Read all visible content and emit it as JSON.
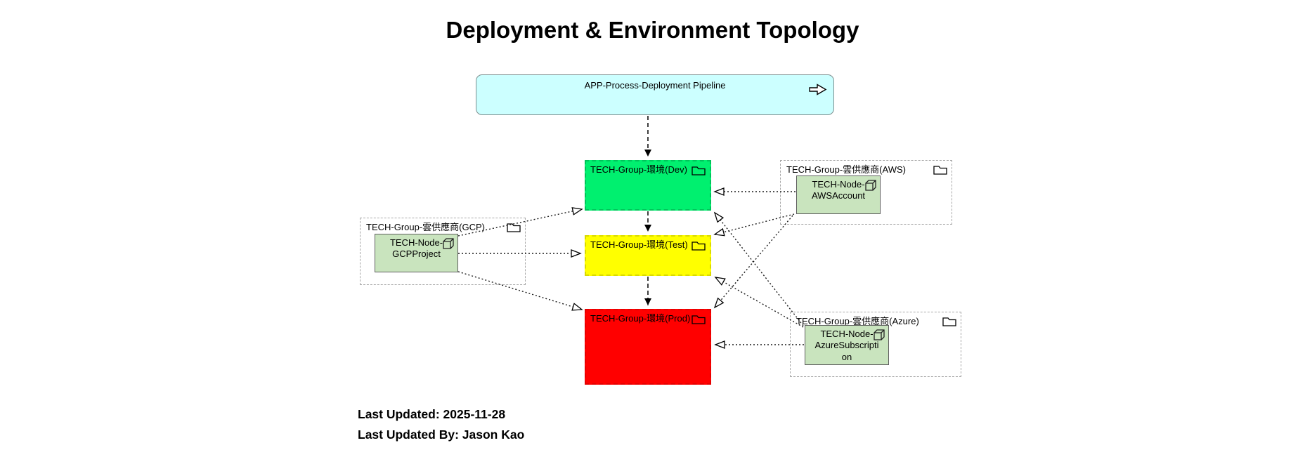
{
  "title": "Deployment & Environment Topology",
  "pipeline": {
    "label": "APP-Process-Deployment Pipeline",
    "fill": "#ccffff",
    "icon": "arrow-right-icon"
  },
  "environments": {
    "dev": {
      "label": "TECH-Group-環境(Dev)",
      "fill": "#00f06f",
      "icon": "folder-icon"
    },
    "test": {
      "label": "TECH-Group-環境(Test)",
      "fill": "#ffff00",
      "icon": "folder-icon"
    },
    "prod": {
      "label": "TECH-Group-環境(Prod)",
      "fill": "#ff0000",
      "icon": "folder-icon"
    }
  },
  "groups": {
    "gcp": {
      "label": "TECH-Group-雲供應商(GCP)",
      "icon": "folder-icon",
      "node": {
        "label": "TECH-Node-GCPProject",
        "fill": "#c9e4be",
        "icon": "cube-icon"
      }
    },
    "aws": {
      "label": "TECH-Group-雲供應商(AWS)",
      "icon": "folder-icon",
      "node": {
        "label": "TECH-Node-AWSAccount",
        "fill": "#c9e4be",
        "icon": "cube-icon"
      }
    },
    "azure": {
      "label": "TECH-Group-雲供應商(Azure)",
      "icon": "folder-icon",
      "node": {
        "label": "TECH-Node-AzureSubscription",
        "fill": "#c9e4be",
        "icon": "cube-icon"
      }
    }
  },
  "connections": [
    {
      "from": "APP-Process-Deployment Pipeline",
      "to": "TECH-Group-環境(Dev)",
      "style": "dashed-solid-arrow"
    },
    {
      "from": "TECH-Group-環境(Dev)",
      "to": "TECH-Group-環境(Test)",
      "style": "dashed-solid-arrow"
    },
    {
      "from": "TECH-Group-環境(Test)",
      "to": "TECH-Group-環境(Prod)",
      "style": "dashed-solid-arrow"
    },
    {
      "from": "TECH-Node-GCPProject",
      "to": "TECH-Group-環境(Dev)",
      "style": "dotted-open-arrow"
    },
    {
      "from": "TECH-Node-GCPProject",
      "to": "TECH-Group-環境(Test)",
      "style": "dotted-open-arrow"
    },
    {
      "from": "TECH-Node-GCPProject",
      "to": "TECH-Group-環境(Prod)",
      "style": "dotted-open-arrow"
    },
    {
      "from": "TECH-Node-AWSAccount",
      "to": "TECH-Group-環境(Dev)",
      "style": "dotted-open-arrow"
    },
    {
      "from": "TECH-Node-AWSAccount",
      "to": "TECH-Group-環境(Test)",
      "style": "dotted-open-arrow"
    },
    {
      "from": "TECH-Node-AWSAccount",
      "to": "TECH-Group-環境(Prod)",
      "style": "dotted-open-arrow"
    },
    {
      "from": "TECH-Node-AzureSubscription",
      "to": "TECH-Group-環境(Dev)",
      "style": "dotted-open-arrow"
    },
    {
      "from": "TECH-Node-AzureSubscription",
      "to": "TECH-Group-環境(Test)",
      "style": "dotted-open-arrow"
    },
    {
      "from": "TECH-Node-AzureSubscription",
      "to": "TECH-Group-環境(Prod)",
      "style": "dotted-open-arrow"
    }
  ],
  "footer": {
    "last_updated": "Last Updated: 2025-11-28",
    "last_updated_by": "Last Updated By: Jason Kao"
  }
}
